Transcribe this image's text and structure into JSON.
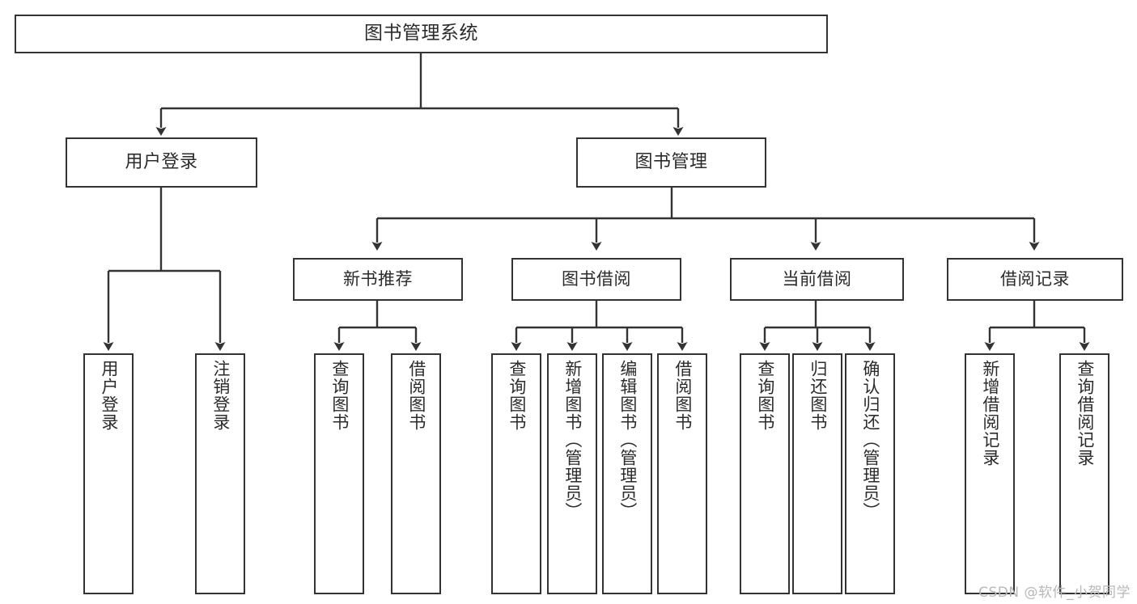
{
  "diagram": {
    "title": "图书管理系统",
    "watermark": "CSDN @软件_小贺同学",
    "colors": {
      "stroke": "#333333",
      "text": "#2b2b2b",
      "background": "#ffffff",
      "watermark": "#b8b8b8"
    },
    "root": {
      "label": "图书管理系统"
    },
    "level2": [
      {
        "label": "用户登录"
      },
      {
        "label": "图书管理"
      }
    ],
    "level3": [
      {
        "label": "新书推荐"
      },
      {
        "label": "图书借阅"
      },
      {
        "label": "当前借阅"
      },
      {
        "label": "借阅记录"
      }
    ],
    "leaves": [
      {
        "label": "用户登录"
      },
      {
        "label": "注销登录"
      },
      {
        "label": "查询图书"
      },
      {
        "label": "借阅图书"
      },
      {
        "label": "查询图书"
      },
      {
        "label": "新增图书（管理员）"
      },
      {
        "label": "编辑图书（管理员）"
      },
      {
        "label": "借阅图书"
      },
      {
        "label": "查询图书"
      },
      {
        "label": "归还图书"
      },
      {
        "label": "确认归还（管理员）"
      },
      {
        "label": "新增借阅记录"
      },
      {
        "label": "查询借阅记录"
      }
    ],
    "tree": {
      "图书管理系统": [
        "用户登录",
        "图书管理"
      ],
      "用户登录": [
        "用户登录",
        "注销登录"
      ],
      "图书管理": [
        "新书推荐",
        "图书借阅",
        "当前借阅",
        "借阅记录"
      ],
      "新书推荐": [
        "查询图书",
        "借阅图书"
      ],
      "图书借阅": [
        "查询图书",
        "新增图书（管理员）",
        "编辑图书（管理员）",
        "借阅图书"
      ],
      "当前借阅": [
        "查询图书",
        "归还图书",
        "确认归还（管理员）"
      ],
      "借阅记录": [
        "新增借阅记录",
        "查询借阅记录"
      ]
    }
  }
}
